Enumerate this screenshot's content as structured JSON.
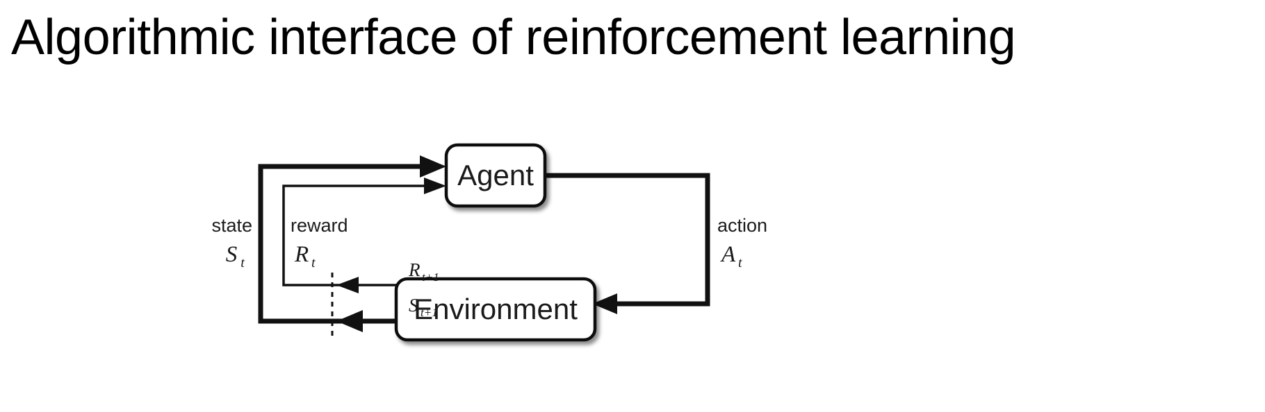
{
  "slide": {
    "title": "Algorithmic interface of reinforcement learning",
    "background_color": "#ffffff",
    "ink_color": "#000000"
  },
  "diagram": {
    "name": "agent-environment-interaction-loop",
    "type": "block-diagram",
    "nodes": [
      {
        "id": "agent",
        "label": "Agent",
        "shape": "rounded-rectangle",
        "fill": "#ffffff",
        "stroke": "#000000",
        "shadow": true
      },
      {
        "id": "environment",
        "label": "Environment",
        "shape": "rounded-rectangle",
        "fill": "#ffffff",
        "stroke": "#000000",
        "shadow": true
      }
    ],
    "edges": [
      {
        "id": "state-edge",
        "from": "environment",
        "to": "agent",
        "weight": "thick",
        "label_word": "state",
        "label_symbol": "S",
        "label_symbol_sub": "t",
        "tail_label_symbol": "S",
        "tail_label_symbol_sub": "t+1"
      },
      {
        "id": "reward-edge",
        "from": "environment",
        "to": "agent",
        "weight": "thin",
        "label_word": "reward",
        "label_symbol": "R",
        "label_symbol_sub": "t",
        "tail_label_symbol": "R",
        "tail_label_symbol_sub": "t+1"
      },
      {
        "id": "action-edge",
        "from": "agent",
        "to": "environment",
        "weight": "thick",
        "label_word": "action",
        "label_symbol": "A",
        "label_symbol_sub": "t",
        "tail_label_symbol": "",
        "tail_label_symbol_sub": ""
      }
    ],
    "time_boundary": {
      "id": "timestep-divider",
      "style": "dashed",
      "orientation": "vertical"
    }
  }
}
